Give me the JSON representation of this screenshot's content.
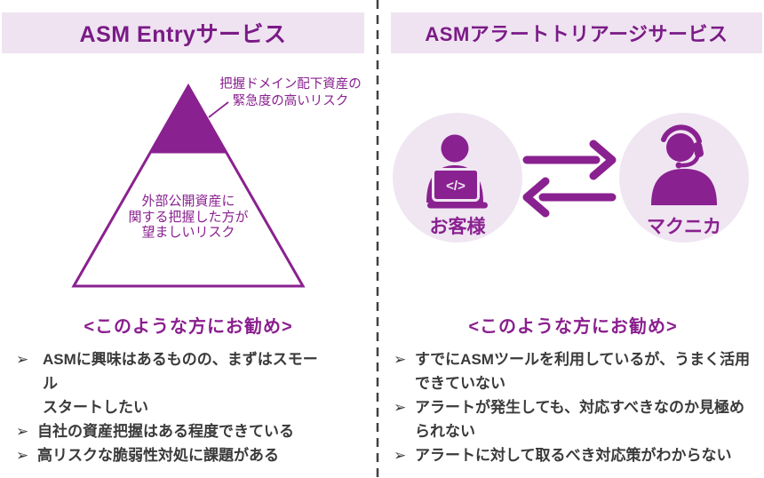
{
  "colors": {
    "primary_purple": "#8A2190",
    "title_purple": "#7A1B86",
    "header_bg": "#EFE3F1",
    "circle_bg": "#EFE6F2",
    "text_dark": "#3A3A3A",
    "divider_gray": "#404040"
  },
  "bullet_marker": "➢",
  "left_panel": {
    "title": "ASM Entryサービス",
    "pyramid": {
      "apex_callout": "把握ドメイン配下資産の\n緊急度の高いリスク",
      "body_label": "外部公開資産に\n関する把握した方が\n望ましいリスク"
    },
    "recommend_heading": "<このような方にお勧め>",
    "bullets": [
      "ASMに興味はあるものの、まずはスモール\nスタートしたい",
      "自社の資産把握はある程度できている",
      "高リスクな脆弱性対処に課題がある"
    ]
  },
  "right_panel": {
    "title": "ASMアラートトリアージサービス",
    "customer": {
      "label": "お客様",
      "code_glyph": "</>"
    },
    "vendor": {
      "label": "マクニカ"
    },
    "recommend_heading": "<このような方にお勧め>",
    "bullets": [
      "すでにASMツールを利用しているが、うまく活用\nできていない",
      "アラートが発生しても、対応すべきなのか見極め\nられない",
      "アラートに対して取るべき対応策がわからない"
    ]
  }
}
